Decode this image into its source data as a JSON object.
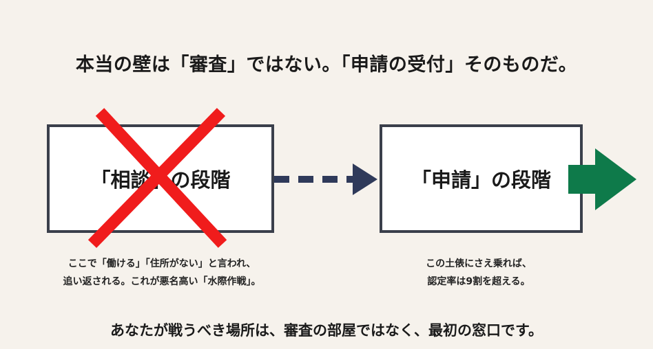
{
  "headline": "本当の壁は「審査」ではない。「申請の受付」そのものだ。",
  "left_stage": {
    "label": "「相談」の段階",
    "caption_lines": [
      "ここで「働ける」「住所がない」と言われ、",
      "追い返される。これが悪名高い「水際作戦」。"
    ]
  },
  "right_stage": {
    "label": "「申請」の段階",
    "caption_lines": [
      "この土俵にさえ乗れば、",
      "認定率は9割を超える。"
    ]
  },
  "bottom_message": "あなたが戦うべき場所は、審査の部屋ではなく、最初の窓口です。",
  "colors": {
    "background": "#f6f2ec",
    "box_border": "#3a3f4b",
    "cross": "#f01c1c",
    "dashed_arrow": "#2f3a5a",
    "exit_arrow": "#0e7a4a"
  },
  "icons": {
    "rejection_mark": "red-x-icon",
    "transition": "dashed-arrow-right-icon",
    "exit": "green-arrow-right-icon"
  }
}
